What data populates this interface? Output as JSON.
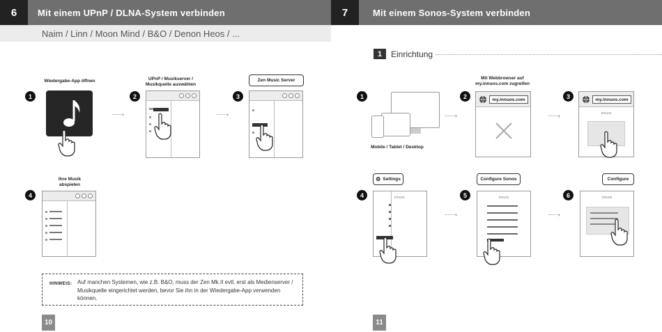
{
  "left": {
    "chapter_number": "6",
    "title": "Mit einem UPnP / DLNA-System verbinden",
    "subtitle": "Naim / Linn / Moon Mind / B&O / Denon Heos / ...",
    "steps": [
      {
        "number": "1",
        "label": "Wiedergabe-App öffnen"
      },
      {
        "number": "2",
        "label": "UPnP / Musikserver / Musikquelle auswählen"
      },
      {
        "number": "3",
        "callout": "Zen Music Server"
      },
      {
        "number": "4",
        "label": "Ihre Musik abspielen"
      }
    ],
    "note_label": "HINWEIS:",
    "note_text": "Auf manchen Systemen, wie z.B. B&O, muss der Zen Mk.II evtl. erst als Medienserver / Musikquelle eingerichtet werden, bevor Sie ihn in der Wiedergabe-App verwenden können.",
    "page_number": "10"
  },
  "right": {
    "chapter_number": "7",
    "title": "Mit einem Sonos-System verbinden",
    "section_number": "1",
    "section_title": "Einrichtung",
    "steps": [
      {
        "number": "1",
        "label": "Mobile / Tablet / Desktop"
      },
      {
        "number": "2",
        "label": "Mit Webbrowser auf my.innuos.com zugreifen",
        "url": "my.innuos.com"
      },
      {
        "number": "3",
        "url": "my.innuos.com",
        "logo": "innuos"
      },
      {
        "number": "4",
        "callout": "Settings",
        "logo": "innuos"
      },
      {
        "number": "5",
        "callout": "Configure Sonos",
        "logo": "innuos"
      },
      {
        "number": "6",
        "callout": "Configure",
        "logo": "innuos"
      }
    ],
    "page_number": "11"
  },
  "arrow_glyph": "·······›",
  "icons": [
    "music-note-icon",
    "hand-pointer-icon",
    "globe-icon",
    "gear-icon",
    "cross-icon"
  ]
}
